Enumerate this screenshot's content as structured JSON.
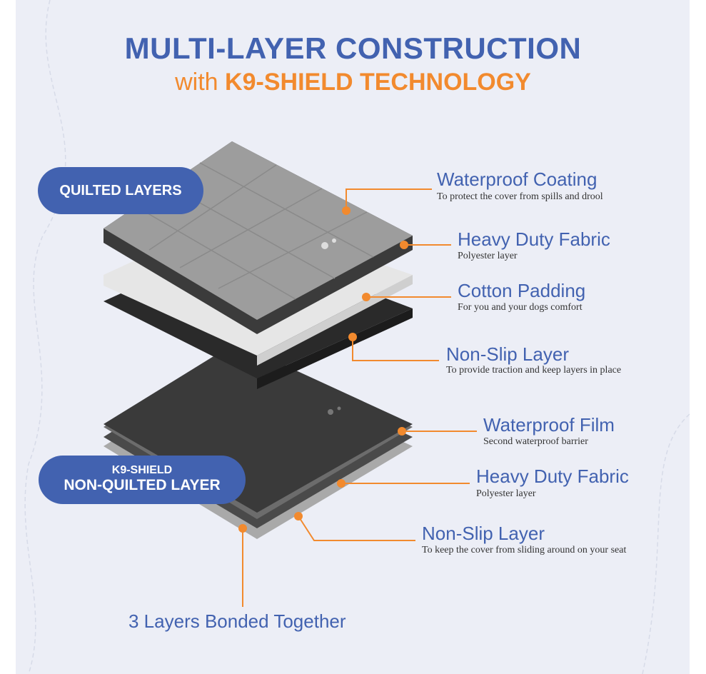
{
  "title": {
    "line1": "MULTI-LAYER CONSTRUCTION",
    "line2_prefix": "with",
    "line2_main": "K9-SHIELD TECHNOLOGY"
  },
  "badges": {
    "quilted": "QUILTED LAYERS",
    "non_quilted_top": "K9-SHIELD",
    "non_quilted_bottom": "NON-QUILTED LAYER"
  },
  "callouts": [
    {
      "title": "Waterproof Coating",
      "desc": "To protect the cover from spills and drool"
    },
    {
      "title": "Heavy Duty Fabric",
      "desc": "Polyester layer"
    },
    {
      "title": "Cotton Padding",
      "desc": "For you and your dogs comfort"
    },
    {
      "title": "Non-Slip Layer",
      "desc": "To provide traction and keep layers in place"
    },
    {
      "title": "Waterproof Film",
      "desc": "Second waterproof barrier"
    },
    {
      "title": "Heavy Duty Fabric",
      "desc": "Polyester layer"
    },
    {
      "title": "Non-Slip Layer",
      "desc": "To keep the cover from sliding around on your seat"
    }
  ],
  "bonded_label": "3 Layers Bonded Together",
  "colors": {
    "blue": "#4262b0",
    "orange": "#f28a2e",
    "background": "#eceef6"
  }
}
